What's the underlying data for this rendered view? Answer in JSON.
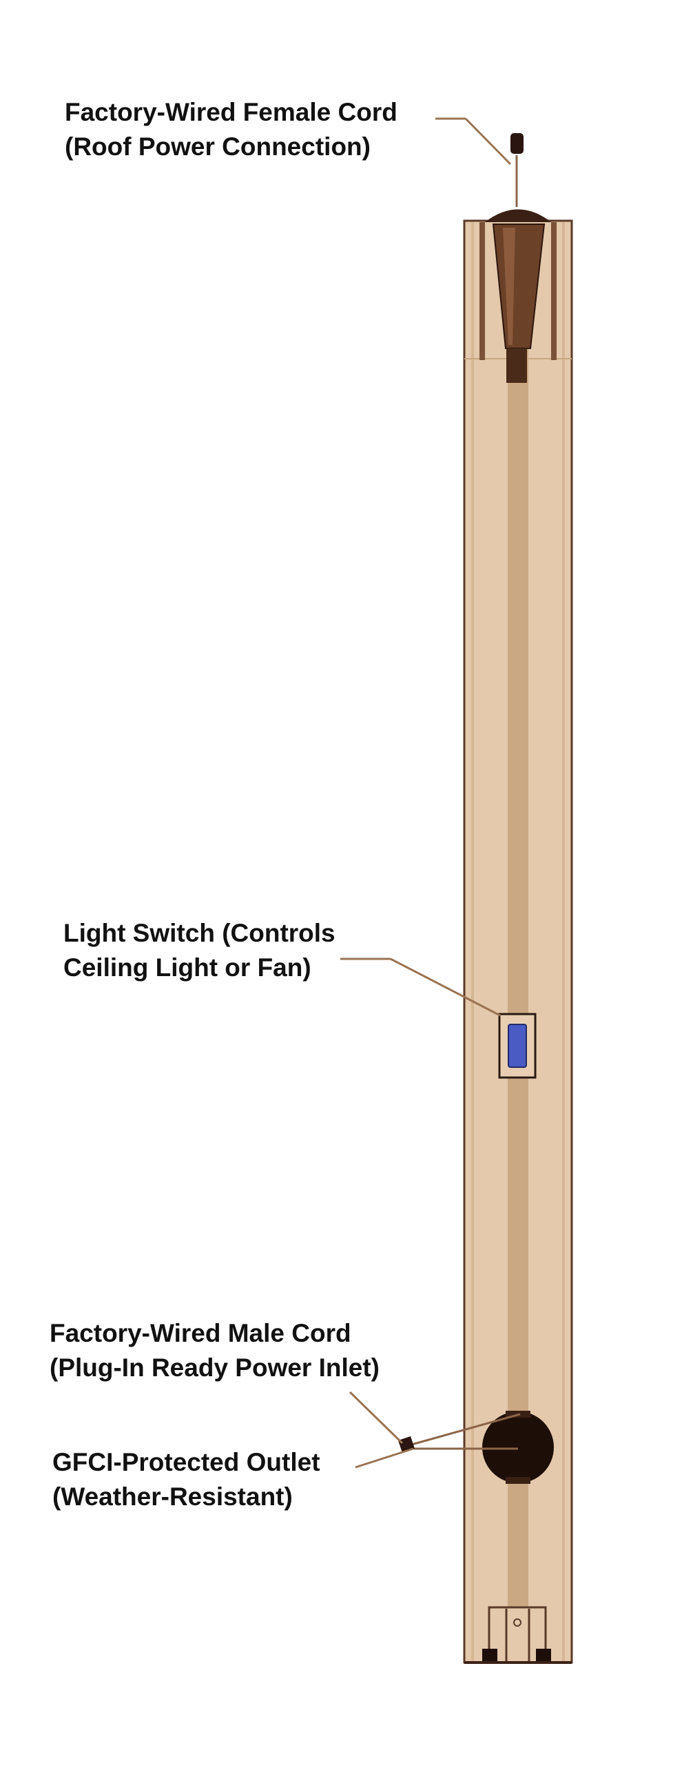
{
  "callouts": {
    "female_cord": {
      "line1": "Factory-Wired Female Cord",
      "line2": "(Roof Power Connection)"
    },
    "light_switch": {
      "line1": "Light Switch (Controls",
      "line2": "Ceiling Light or Fan)"
    },
    "male_cord": {
      "line1": "Factory-Wired Male Cord",
      "line2": "(Plug-In Ready Power Inlet)"
    },
    "gfci_outlet": {
      "line1": "GFCI-Protected Outlet",
      "line2": "(Weather-Resistant)"
    }
  },
  "colors": {
    "post_fill": "#e4c9ac",
    "post_outline": "#5a3a28",
    "channel": "#c9a883",
    "conduit": "#5e3a26",
    "leader_line": "#9a7352",
    "switch_face": "#4a5bc4",
    "outlet": "#1e0e08"
  },
  "icons": {
    "female_cord": "cord-plug-icon",
    "male_cord": "cord-plug-icon",
    "light_switch": "rocker-switch-icon",
    "gfci_outlet": "round-outlet-icon"
  }
}
